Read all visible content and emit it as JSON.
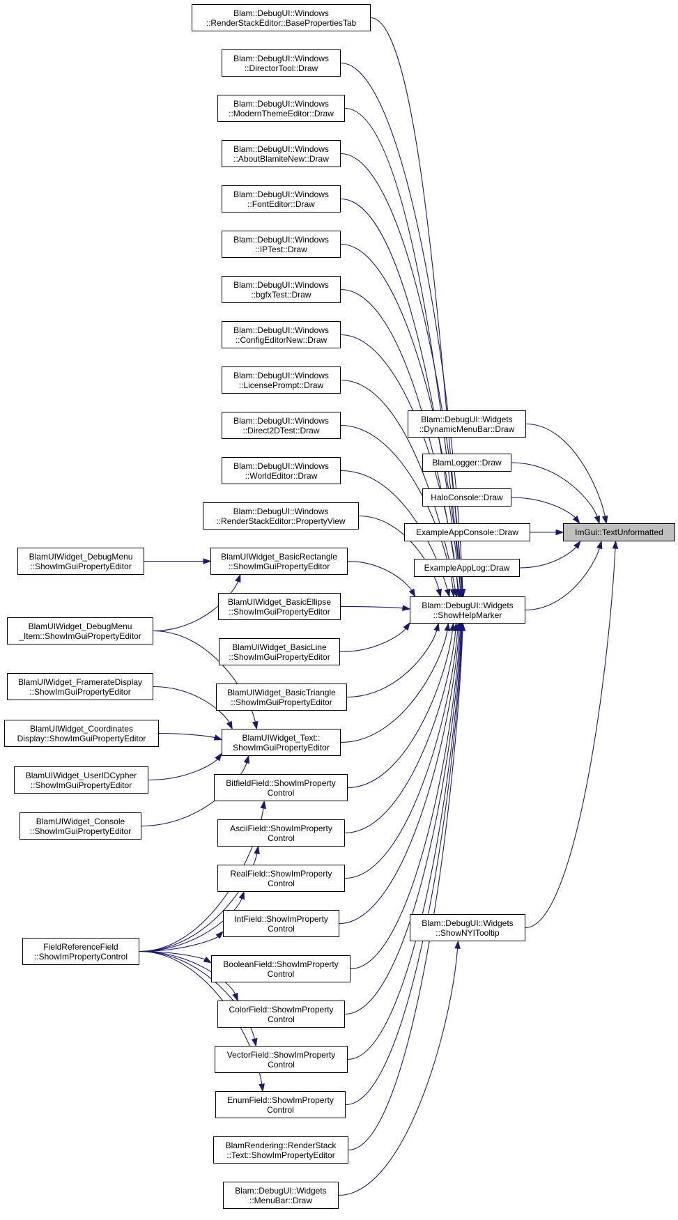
{
  "colors": {
    "edge": "#191970",
    "root_fill": "#bfbfbf",
    "node_fill": "#ffffff",
    "border": "#000000"
  },
  "nodes": {
    "textunformatted": {
      "lines": [
        "ImGui::TextUnformatted"
      ]
    },
    "showhelpmarker": {
      "lines": [
        "Blam::DebugUI::Widgets",
        "::ShowHelpMarker"
      ]
    },
    "shownyitooltip": {
      "lines": [
        "Blam::DebugUI::Widgets",
        "::ShowNYITooltip"
      ]
    },
    "dynamicmenubar": {
      "lines": [
        "Blam::DebugUI::Widgets",
        "::DynamicMenuBar::Draw"
      ]
    },
    "blamlogger": {
      "lines": [
        "BlamLogger::Draw"
      ]
    },
    "haloconsole": {
      "lines": [
        "HaloConsole::Draw"
      ]
    },
    "exampleappconsole": {
      "lines": [
        "ExampleAppConsole::Draw"
      ]
    },
    "exampleapplog": {
      "lines": [
        "ExampleAppLog::Draw"
      ]
    },
    "basepropertiestab": {
      "lines": [
        "Blam::DebugUI::Windows",
        "::RenderStackEditor::BasePropertiesTab"
      ]
    },
    "directortool": {
      "lines": [
        "Blam::DebugUI::Windows",
        "::DirectorTool::Draw"
      ]
    },
    "modernthemeeditor": {
      "lines": [
        "Blam::DebugUI::Windows",
        "::ModernThemeEditor::Draw"
      ]
    },
    "aboutblamitenew": {
      "lines": [
        "Blam::DebugUI::Windows",
        "::AboutBlamiteNew::Draw"
      ]
    },
    "fonteditor": {
      "lines": [
        "Blam::DebugUI::Windows",
        "::FontEditor::Draw"
      ]
    },
    "iptest": {
      "lines": [
        "Blam::DebugUI::Windows",
        "::IPTest::Draw"
      ]
    },
    "bgfxtest": {
      "lines": [
        "Blam::DebugUI::Windows",
        "::bgfxTest::Draw"
      ]
    },
    "configeditornew": {
      "lines": [
        "Blam::DebugUI::Windows",
        "::ConfigEditorNew::Draw"
      ]
    },
    "licenseprompt": {
      "lines": [
        "Blam::DebugUI::Windows",
        "::LicensePrompt::Draw"
      ]
    },
    "direct2dtest": {
      "lines": [
        "Blam::DebugUI::Windows",
        "::Direct2DTest::Draw"
      ]
    },
    "worldeditor": {
      "lines": [
        "Blam::DebugUI::Windows",
        "::WorldEditor::Draw"
      ]
    },
    "propertyview": {
      "lines": [
        "Blam::DebugUI::Windows",
        "::RenderStackEditor::PropertyView"
      ]
    },
    "basicrectangle": {
      "lines": [
        "BlamUIWidget_BasicRectangle",
        "::ShowImGuiPropertyEditor"
      ]
    },
    "basicellipse": {
      "lines": [
        "BlamUIWidget_BasicEllipse",
        "::ShowImGuiPropertyEditor"
      ]
    },
    "basicline": {
      "lines": [
        "BlamUIWidget_BasicLine",
        "::ShowImGuiPropertyEditor"
      ]
    },
    "basictriangle": {
      "lines": [
        "BlamUIWidget_BasicTriangle",
        "::ShowImGuiPropertyEditor"
      ]
    },
    "text": {
      "lines": [
        "BlamUIWidget_Text::",
        "ShowImGuiPropertyEditor"
      ]
    },
    "bitfieldfield": {
      "lines": [
        "BitfieldField::ShowImProperty",
        "Control"
      ]
    },
    "asciifield": {
      "lines": [
        "AsciiField::ShowImProperty",
        "Control"
      ]
    },
    "realfield": {
      "lines": [
        "RealField::ShowImProperty",
        "Control"
      ]
    },
    "intfield": {
      "lines": [
        "IntField::ShowImProperty",
        "Control"
      ]
    },
    "booleanfield": {
      "lines": [
        "BooleanField::ShowImProperty",
        "Control"
      ]
    },
    "colorfield": {
      "lines": [
        "ColorField::ShowImProperty",
        "Control"
      ]
    },
    "vectorfield": {
      "lines": [
        "VectorField::ShowImProperty",
        "Control"
      ]
    },
    "enumfield": {
      "lines": [
        "EnumField::ShowImProperty",
        "Control"
      ]
    },
    "renderstacktext": {
      "lines": [
        "BlamRendering::RenderStack",
        "::Text::ShowImPropertyEditor"
      ]
    },
    "menubar": {
      "lines": [
        "Blam::DebugUI::Widgets",
        "::MenuBar::Draw"
      ]
    },
    "debugmenu": {
      "lines": [
        "BlamUIWidget_DebugMenu",
        "::ShowImGuiPropertyEditor"
      ]
    },
    "debugmenuitem": {
      "lines": [
        "BlamUIWidget_DebugMenu",
        "_Item::ShowImGuiPropertyEditor"
      ]
    },
    "frameratedisplay": {
      "lines": [
        "BlamUIWidget_FramerateDisplay",
        "::ShowImGuiPropertyEditor"
      ]
    },
    "coordinatesdisplay": {
      "lines": [
        "BlamUIWidget_Coordinates",
        "Display::ShowImGuiPropertyEditor"
      ]
    },
    "useridcypher": {
      "lines": [
        "BlamUIWidget_UserIDCypher",
        "::ShowImGuiPropertyEditor"
      ]
    },
    "console": {
      "lines": [
        "BlamUIWidget_Console",
        "::ShowImGuiPropertyEditor"
      ]
    },
    "fieldreferencefield": {
      "lines": [
        "FieldReferenceField",
        "::ShowImPropertyControl"
      ]
    }
  },
  "edges": [
    [
      "dynamicmenubar",
      "textunformatted"
    ],
    [
      "blamlogger",
      "textunformatted"
    ],
    [
      "haloconsole",
      "textunformatted"
    ],
    [
      "exampleappconsole",
      "textunformatted"
    ],
    [
      "exampleapplog",
      "textunformatted"
    ],
    [
      "showhelpmarker",
      "textunformatted"
    ],
    [
      "shownyitooltip",
      "textunformatted"
    ],
    [
      "basepropertiestab",
      "showhelpmarker"
    ],
    [
      "directortool",
      "showhelpmarker"
    ],
    [
      "modernthemeeditor",
      "showhelpmarker"
    ],
    [
      "aboutblamitenew",
      "showhelpmarker"
    ],
    [
      "fonteditor",
      "showhelpmarker"
    ],
    [
      "iptest",
      "showhelpmarker"
    ],
    [
      "bgfxtest",
      "showhelpmarker"
    ],
    [
      "configeditornew",
      "showhelpmarker"
    ],
    [
      "licenseprompt",
      "showhelpmarker"
    ],
    [
      "direct2dtest",
      "showhelpmarker"
    ],
    [
      "worldeditor",
      "showhelpmarker"
    ],
    [
      "propertyview",
      "showhelpmarker"
    ],
    [
      "basicrectangle",
      "showhelpmarker"
    ],
    [
      "basicellipse",
      "showhelpmarker"
    ],
    [
      "basicline",
      "showhelpmarker"
    ],
    [
      "basictriangle",
      "showhelpmarker"
    ],
    [
      "text",
      "showhelpmarker"
    ],
    [
      "bitfieldfield",
      "showhelpmarker"
    ],
    [
      "asciifield",
      "showhelpmarker"
    ],
    [
      "realfield",
      "showhelpmarker"
    ],
    [
      "intfield",
      "showhelpmarker"
    ],
    [
      "booleanfield",
      "showhelpmarker"
    ],
    [
      "colorfield",
      "showhelpmarker"
    ],
    [
      "vectorfield",
      "showhelpmarker"
    ],
    [
      "enumfield",
      "showhelpmarker"
    ],
    [
      "renderstacktext",
      "showhelpmarker"
    ],
    [
      "menubar",
      "shownyitooltip"
    ],
    [
      "debugmenu",
      "basicrectangle"
    ],
    [
      "debugmenuitem",
      "basicrectangle"
    ],
    [
      "debugmenuitem",
      "text"
    ],
    [
      "frameratedisplay",
      "text"
    ],
    [
      "coordinatesdisplay",
      "text"
    ],
    [
      "useridcypher",
      "text"
    ],
    [
      "console",
      "text"
    ],
    [
      "fieldreferencefield",
      "bitfieldfield"
    ],
    [
      "fieldreferencefield",
      "asciifield"
    ],
    [
      "fieldreferencefield",
      "realfield"
    ],
    [
      "fieldreferencefield",
      "intfield"
    ],
    [
      "fieldreferencefield",
      "booleanfield"
    ],
    [
      "fieldreferencefield",
      "colorfield"
    ],
    [
      "fieldreferencefield",
      "vectorfield"
    ],
    [
      "fieldreferencefield",
      "enumfield"
    ]
  ]
}
